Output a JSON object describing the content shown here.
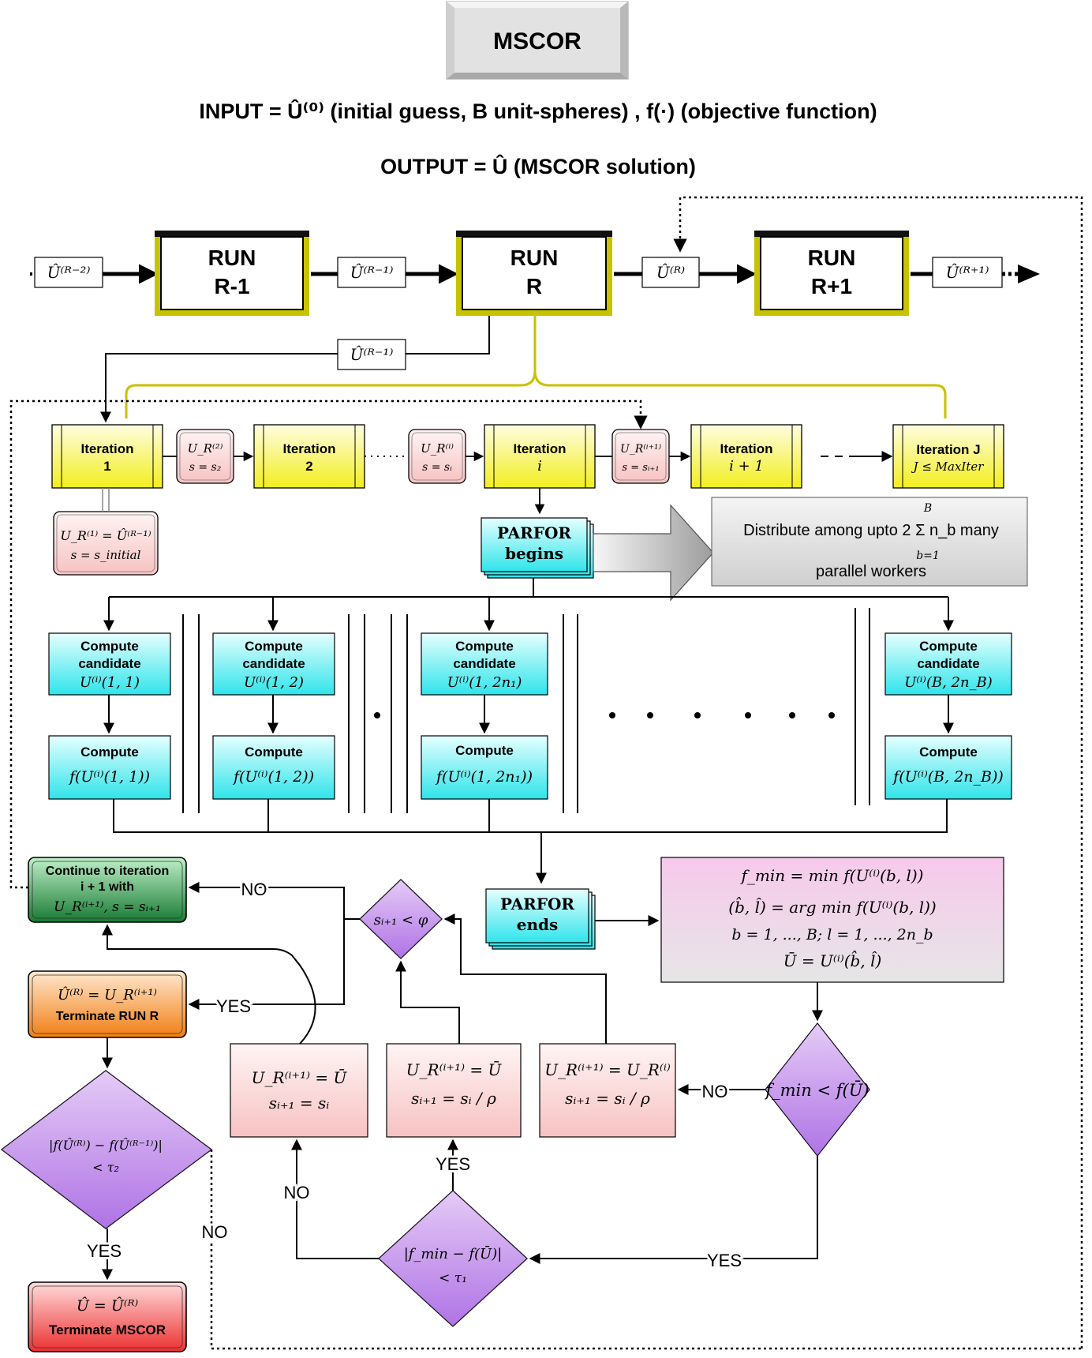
{
  "title": "MSCOR",
  "header": {
    "input_line": "INPUT = Û⁽⁰⁾ (initial guess, B unit-spheres) , f(·) (objective function)",
    "output_line": "OUTPUT = Û (MSCOR solution)"
  },
  "runs": {
    "run_prev": [
      "RUN",
      "R-1"
    ],
    "run_cur": [
      "RUN",
      "R"
    ],
    "run_next": [
      "RUN",
      "R+1"
    ],
    "tag_rm2": "Û⁽ᴿ⁻²⁾",
    "tag_rm1": "Û⁽ᴿ⁻¹⁾",
    "tag_r": "Û⁽ᴿ⁾",
    "tag_rp1": "Û⁽ᴿ⁺¹⁾",
    "tag_back": "Û⁽ᴿ⁻¹⁾"
  },
  "iterations": {
    "it1": [
      "Iteration",
      "1"
    ],
    "it2": [
      "Iteration",
      "2"
    ],
    "iti": [
      "Iteration",
      "i"
    ],
    "itip1": [
      "Iteration",
      "i + 1"
    ],
    "itJ": [
      "Iteration J",
      "J ≤ MaxIter"
    ]
  },
  "small_states": {
    "s2": [
      "U_R⁽²⁾",
      "s = s₂"
    ],
    "si": [
      "U_R⁽ⁱ⁾",
      "s = sᵢ"
    ],
    "sip1": [
      "U_R⁽ⁱ⁺¹⁾",
      "s = sᵢ₊₁"
    ],
    "init": [
      "U_R⁽¹⁾ = Û⁽ᴿ⁻¹⁾",
      "s = s_initial"
    ]
  },
  "parfor": {
    "begins": [
      "PARFOR",
      "begins"
    ],
    "ends": [
      "PARFOR",
      "ends"
    ],
    "distribute": [
      "Distribute among upto 2 Σ n_b many",
      "parallel workers"
    ],
    "sum_top": "B",
    "sum_bottom": "b=1"
  },
  "compute": {
    "c1": [
      "Compute",
      "candidate",
      "U⁽ⁱ⁾(1, 1)"
    ],
    "c2": [
      "Compute",
      "candidate",
      "U⁽ⁱ⁾(1, 2)"
    ],
    "c3": [
      "Compute",
      "candidate",
      "U⁽ⁱ⁾(1, 2n₁)"
    ],
    "c4": [
      "Compute",
      "candidate",
      "U⁽ⁱ⁾(B, 2n_B)"
    ],
    "f1": [
      "Compute",
      "f(U⁽ⁱ⁾(1, 1))"
    ],
    "f2": [
      "Compute",
      "f(U⁽ⁱ⁾(1, 2))"
    ],
    "f3": [
      "Compute",
      "f(U⁽ⁱ⁾(1, 2n₁))"
    ],
    "f4": [
      "Compute",
      "f(U⁽ⁱ⁾(B, 2n_B))"
    ]
  },
  "result_box": [
    "f_min = min f(U⁽ⁱ⁾(b, l))",
    "(b̂, l̂) = arg min f(U⁽ⁱ⁾(b, l))",
    "b = 1, ..., B; l = 1, ..., 2n_b",
    "Ū = U⁽ⁱ⁾(b̂, l̂)"
  ],
  "decisions": {
    "fmin_lt": "f_min < f(Ū)",
    "s_lt_phi": "sᵢ₊₁ < φ",
    "tol1": [
      "|f_min − f(Ū)|",
      "< τ₁"
    ],
    "tol2": [
      "|f(Û⁽ᴿ⁾) − f(Û⁽ᴿ⁻¹⁾)|",
      "< τ₂"
    ]
  },
  "updates": {
    "u1": [
      "U_R⁽ⁱ⁺¹⁾ = Ū",
      "sᵢ₊₁ = sᵢ"
    ],
    "u2": [
      "U_R⁽ⁱ⁺¹⁾ = Ū",
      "sᵢ₊₁ = sᵢ / ρ"
    ],
    "u3": [
      "U_R⁽ⁱ⁺¹⁾ = U_R⁽ⁱ⁾",
      "sᵢ₊₁ = sᵢ / ρ"
    ]
  },
  "terminals": {
    "continue": [
      "Continue to iteration",
      "i + 1 with",
      "U_R⁽ⁱ⁺¹⁾, s = sᵢ₊₁"
    ],
    "term_run": [
      "Û⁽ᴿ⁾ = U_R⁽ⁱ⁺¹⁾",
      "Terminate RUN R"
    ],
    "term_mscor": [
      "Û = Û⁽ᴿ⁾",
      "Terminate MSCOR"
    ]
  },
  "edge_labels": {
    "no_continue": "NO",
    "yes_term": "YES",
    "no_fmin": "NO",
    "yes_fmin": "YES",
    "yes_tol1": "YES",
    "no_tol1": "NO",
    "yes_tol2": "YES",
    "no_tol2": "NO"
  },
  "colors": {
    "yellow": "#f7f52a",
    "pink": "#f7c9c9",
    "cyan": "#3fe9ee",
    "green": "#1b8a3c",
    "orange": "#f4861f",
    "red": "#ef3b3b",
    "purple": "#b57be6",
    "olive": "#c8c200"
  }
}
